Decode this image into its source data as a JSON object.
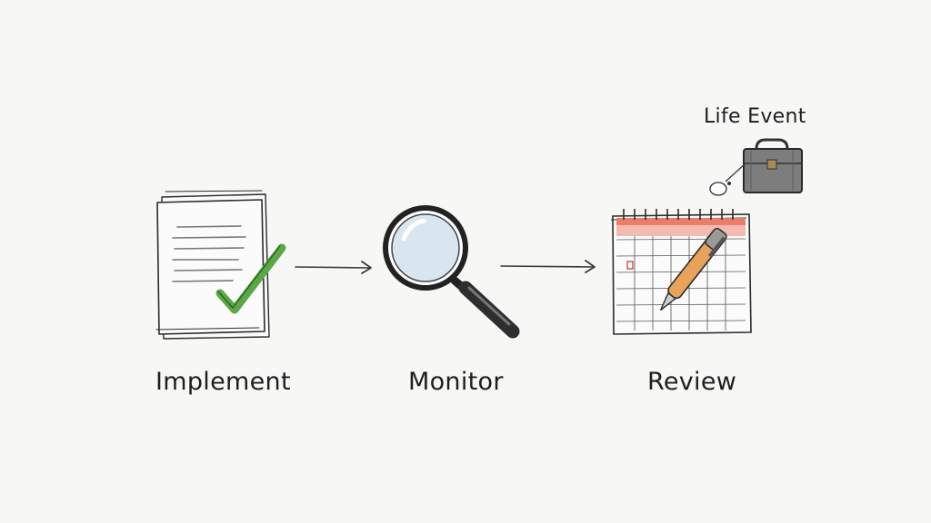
{
  "diagram": {
    "steps": [
      {
        "label": "Implement",
        "icon": "document-checkmark-icon"
      },
      {
        "label": "Monitor",
        "icon": "magnifying-glass-icon"
      },
      {
        "label": "Review",
        "icon": "calendar-pen-icon"
      }
    ],
    "side_note": {
      "label": "Life Event",
      "icon": "briefcase-icon"
    },
    "colors": {
      "ink": "#2b2b2b",
      "check": "#5aa845",
      "lens": "#cfe0ee",
      "calendar_header": "#e8735f",
      "pen_body": "#e7a35a",
      "briefcase": "#7d7d7d"
    }
  }
}
